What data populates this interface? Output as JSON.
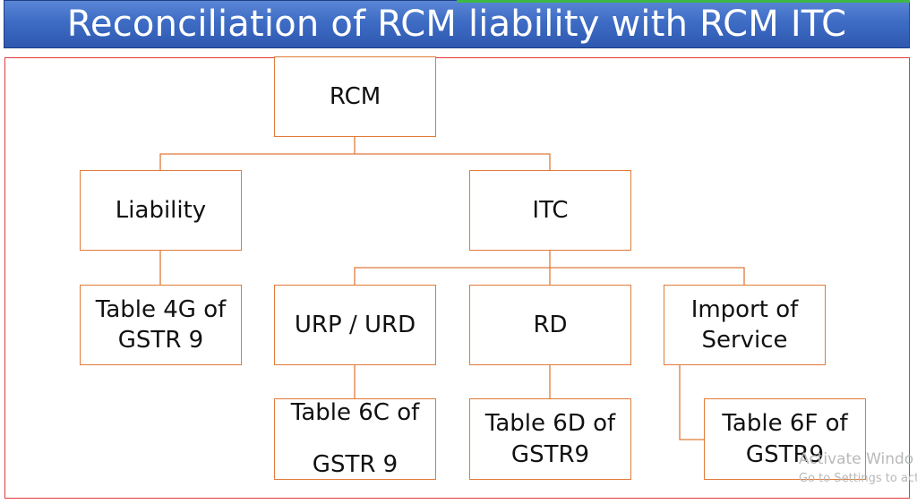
{
  "title": "Reconciliation of RCM liability with RCM ITC",
  "nodes": {
    "rcm": "RCM",
    "liability": "Liability",
    "itc": "ITC",
    "table_4g": "Table 4G of\nGSTR 9",
    "urp_urd": "URP / URD",
    "rd": "RD",
    "import": "Import of\nService",
    "table_6c": "Table 6C of\n\nGSTR 9",
    "table_6d": "Table 6D of\nGSTR9",
    "table_6f": "Table 6F of\nGSTR9"
  },
  "watermark": {
    "line1": "Activate Windo",
    "line2": "Go to Settings to act"
  },
  "colors": {
    "title_bg": "#3e6cc4",
    "title_text": "#ffffff",
    "node_border": "#e07b39",
    "frame_border": "#e53b3b"
  }
}
